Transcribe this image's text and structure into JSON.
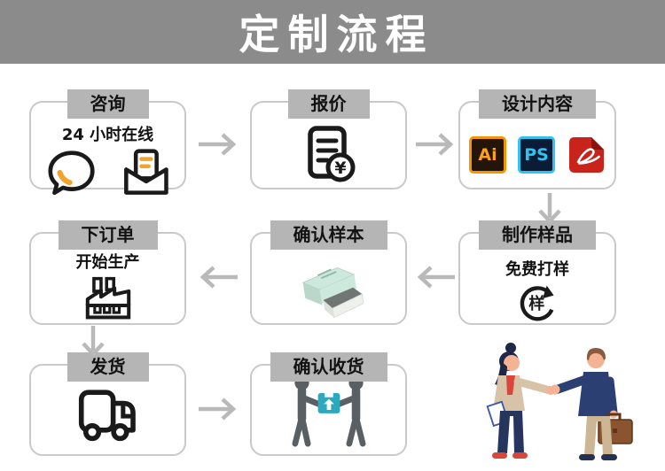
{
  "header": {
    "title": "定制流程"
  },
  "steps": {
    "consult": {
      "label": "咨询",
      "subtitle": "24 小时在线",
      "icons": [
        "chat-bubble-icon",
        "open-envelope-icon"
      ]
    },
    "quote": {
      "label": "报价",
      "icons": [
        "invoice-yuan-icon"
      ],
      "currency_symbol": "¥"
    },
    "design": {
      "label": "设计内容",
      "icons": [
        "adobe-illustrator-icon",
        "adobe-photoshop-icon",
        "pdf-file-icon"
      ],
      "illustrator_label": "Ai",
      "photoshop_label": "PS"
    },
    "make_sample": {
      "label": "制作样品",
      "subtitle": "免费打样",
      "icons": [
        "sample-refresh-icon"
      ],
      "stamp_char": "样"
    },
    "confirm_sample": {
      "label": "确认样本",
      "icons": [
        "sample-box-photo"
      ]
    },
    "place_order": {
      "label": "下订单",
      "subtitle": "开始生产",
      "icons": [
        "factory-icon"
      ]
    },
    "ship": {
      "label": "发货",
      "icons": [
        "delivery-truck-icon"
      ]
    },
    "confirm_receipt": {
      "label": "确认收货",
      "icons": [
        "package-handover-icon"
      ]
    }
  },
  "arrows": [
    {
      "from": "咨询",
      "to": "报价",
      "direction": "right"
    },
    {
      "from": "报价",
      "to": "设计内容",
      "direction": "right"
    },
    {
      "from": "设计内容",
      "to": "制作样品",
      "direction": "down"
    },
    {
      "from": "制作样品",
      "to": "确认样本",
      "direction": "left"
    },
    {
      "from": "确认样本",
      "to": "下订单",
      "direction": "left"
    },
    {
      "from": "下订单",
      "to": "发货",
      "direction": "down"
    },
    {
      "from": "发货",
      "to": "确认收货",
      "direction": "right"
    }
  ],
  "decorations": {
    "bottom_right": "handshake-illustration"
  },
  "colors": {
    "header_bg": "#8b8b8b",
    "header_text": "#ffffff",
    "label_tab_bg": "#b5b5b5",
    "box_border": "#c9c9c9",
    "arrow_gray": "#b9b9b9",
    "icon_black": "#1a1a1a",
    "accent_orange": "#f0a42e",
    "illustrator_orange": "#ff9f1a",
    "photoshop_cyan": "#2fc3f2",
    "pdf_red": "#c9241c",
    "package_teal": "#2ba9bd",
    "silhouette_gray": "#595f63",
    "sample_box_mint": "#cde8dc"
  }
}
